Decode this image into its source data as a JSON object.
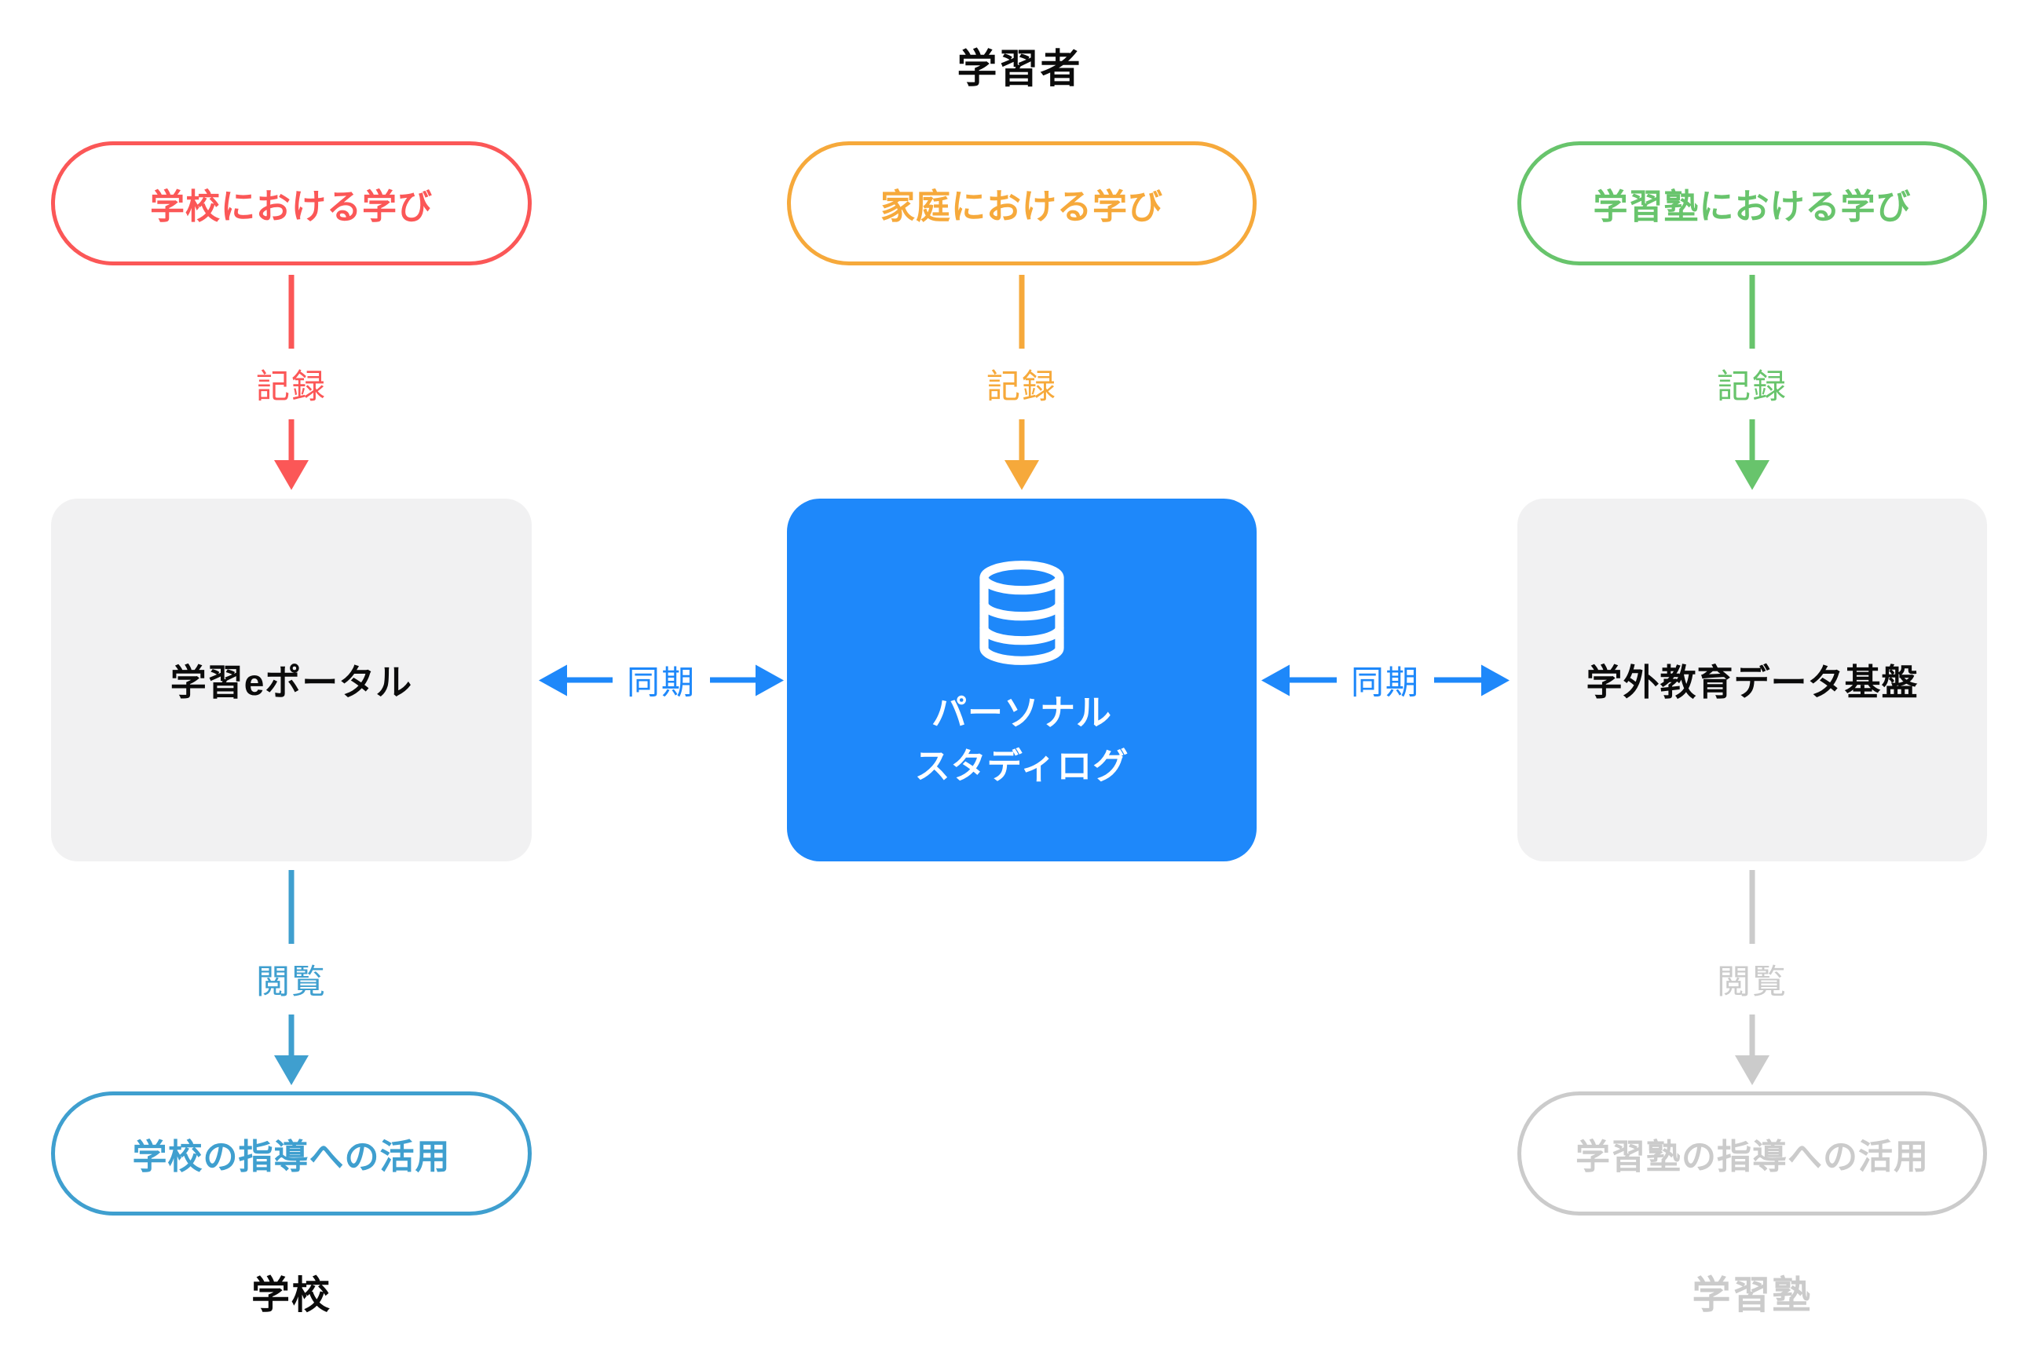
{
  "title": "学習者",
  "colors": {
    "red": "#FB5757",
    "orange": "#F6A93B",
    "green": "#68C46C",
    "blue": "#1E88FA",
    "lightblue": "#3F9FCF",
    "gray": "#CBCBCB",
    "box-bg": "#F1F1F2",
    "text": "#0B0B0B"
  },
  "sources": {
    "school": {
      "label": "学校における学び",
      "record": "記録"
    },
    "home": {
      "label": "家庭における学び",
      "record": "記録"
    },
    "juku": {
      "label": "学習塾における学び",
      "record": "記録"
    }
  },
  "systems": {
    "eportal": {
      "label": "学習eポータル"
    },
    "studylog": {
      "line1": "パーソナル",
      "line2": "スタディログ",
      "icon": "database-icon"
    },
    "external": {
      "label": "学外教育データ基盤"
    }
  },
  "sync": {
    "left": "同期",
    "right": "同期"
  },
  "view": {
    "school": "閲覧",
    "juku": "閲覧"
  },
  "usage": {
    "school": "学校の指導への活用",
    "juku": "学習塾の指導への活用"
  },
  "actors": {
    "school": "学校",
    "juku": "学習塾"
  }
}
